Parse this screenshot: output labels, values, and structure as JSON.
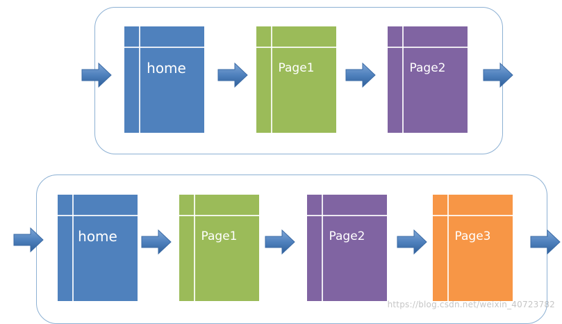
{
  "colors": {
    "home": "#4f81bd",
    "page1": "#9bbb59",
    "page2": "#8064a2",
    "page3": "#f79646",
    "border": "#8cb0d3",
    "arrow": "#4f81bd"
  },
  "top_row": {
    "pages": [
      {
        "label": "home",
        "color_key": "home"
      },
      {
        "label": "Page1",
        "color_key": "page1"
      },
      {
        "label": "Page2",
        "color_key": "page2"
      }
    ]
  },
  "bottom_row": {
    "pages": [
      {
        "label": "home",
        "color_key": "home"
      },
      {
        "label": "Page1",
        "color_key": "page1"
      },
      {
        "label": "Page2",
        "color_key": "page2"
      },
      {
        "label": "Page3",
        "color_key": "page3"
      }
    ]
  },
  "watermark": "https://blog.csdn.net/weixin_40723782"
}
